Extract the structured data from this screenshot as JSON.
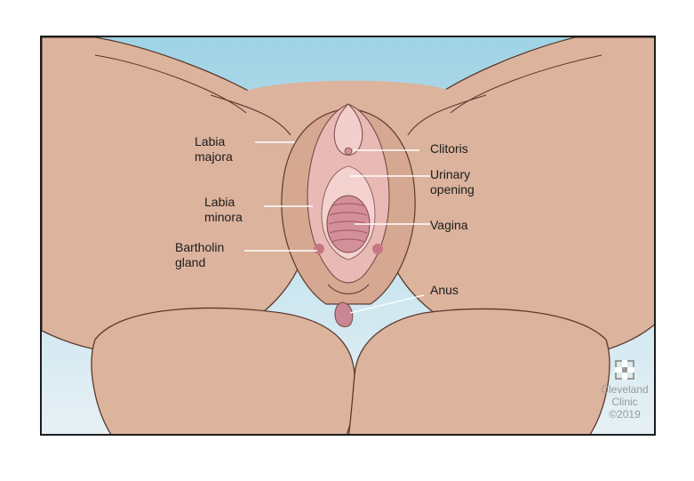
{
  "labels": {
    "labia_majora": "Labia\nmajora",
    "clitoris": "Clitoris",
    "urinary_opening": "Urinary\nopening",
    "labia_minora": "Labia\nminora",
    "vagina": "Vagina",
    "bartholin_gland": "Bartholin\ngland",
    "anus": "Anus"
  },
  "logo": {
    "name_line1": "Cleveland",
    "name_line2": "Clinic",
    "copyright": "©2019"
  },
  "colors": {
    "background_sky": "#bfe3ef",
    "skin": "#dcb39d",
    "skin_shadow": "#c79c86",
    "outline": "#5b3a2c",
    "inner_pink": "#f0c4c3",
    "deep_pink": "#c98694",
    "leader_line": "#ffffff"
  }
}
